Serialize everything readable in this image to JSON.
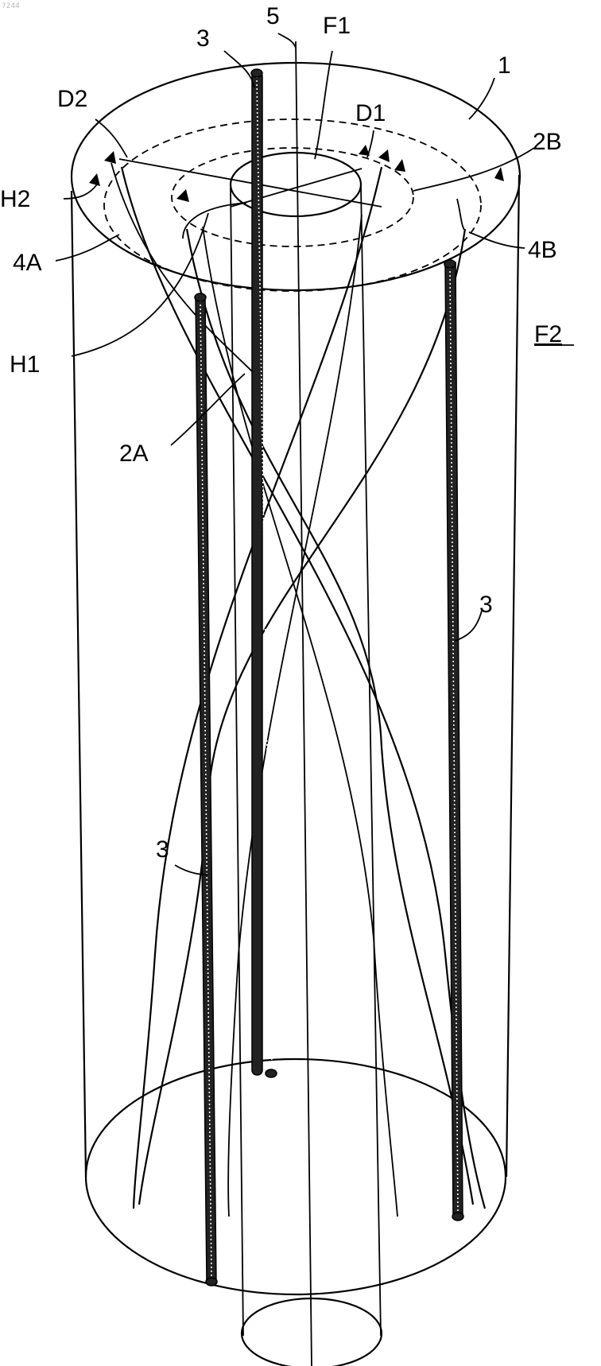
{
  "figure": {
    "watermark": "7244",
    "labels": {
      "ref_1": "1",
      "ref_5": "5",
      "ref_F1": "F1",
      "ref_F2": "F2",
      "ref_D1": "D1",
      "ref_D2": "D2",
      "ref_2A": "2A",
      "ref_2B": "2B",
      "ref_H1": "H1",
      "ref_H2": "H2",
      "ref_4A": "4A",
      "ref_4B": "4B",
      "ref_3_top": "3",
      "ref_3_right": "3",
      "ref_3_left": "3"
    },
    "colors": {
      "ink": "#000000",
      "paper": "#ffffff"
    }
  }
}
